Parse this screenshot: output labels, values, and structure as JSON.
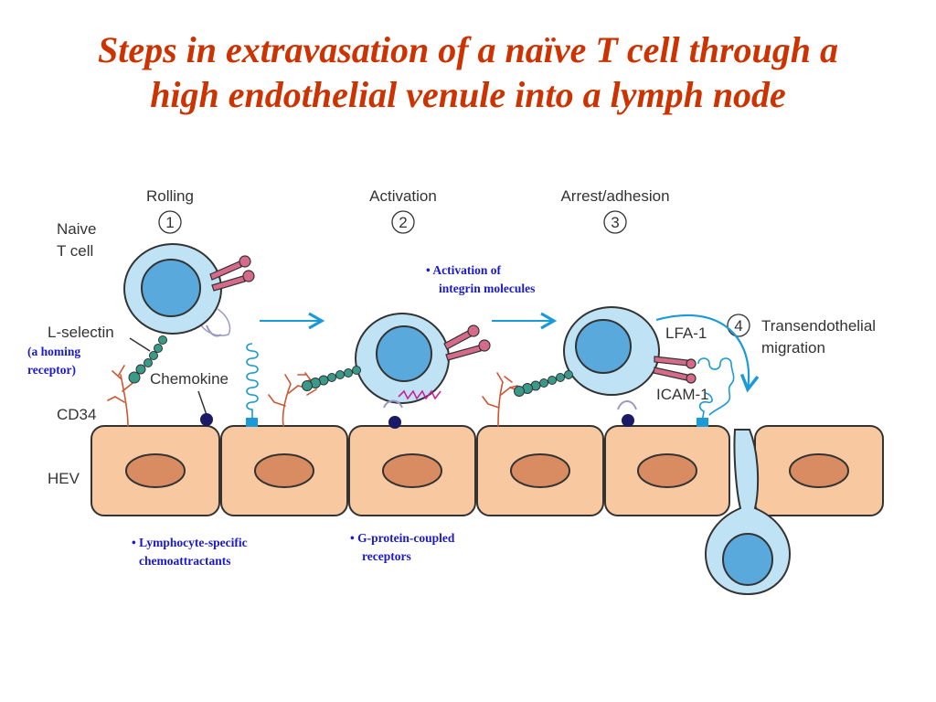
{
  "title": {
    "line1": "Steps in extravasation of a naïve T cell through a",
    "line2": "high endothelial venule into a lymph node"
  },
  "steps": [
    {
      "number": "1",
      "label": "Rolling"
    },
    {
      "number": "2",
      "label": "Activation"
    },
    {
      "number": "3",
      "label": "Arrest/adhesion"
    },
    {
      "number": "4",
      "label_line1": "Transendothelial",
      "label_line2": "migration"
    }
  ],
  "labels": {
    "naive_line1": "Naive",
    "naive_line2": "T cell",
    "l_selectin": "L-selectin",
    "chemokine": "Chemokine",
    "cd34": "CD34",
    "hev": "HEV",
    "lfa1": "LFA-1",
    "icam1": "ICAM-1"
  },
  "notes": {
    "homing_line1": "(a homing",
    "homing_line2": "receptor)",
    "integrin_line1": "• Activation of",
    "integrin_line2": "integrin molecules",
    "chemo_line1": "• Lymphocyte-specific",
    "chemo_line2": "chemoattractants",
    "gpcr_line1": "• G-protein-coupled",
    "gpcr_line2": "receptors"
  },
  "colors": {
    "title": "#cc3300",
    "note": "#1a1acc",
    "cell_fill": "#bfe3f5",
    "nucleus": "#5aa9dc",
    "endothelium": "#f8c8a0",
    "endo_nucleus": "#d98c62",
    "arrow": "#1a9ad6",
    "cd34": "#cc5533",
    "selectin_bead": "#3a9a8a",
    "integrin": "#d66a8a",
    "receptor_dot": "#1a1a66"
  }
}
